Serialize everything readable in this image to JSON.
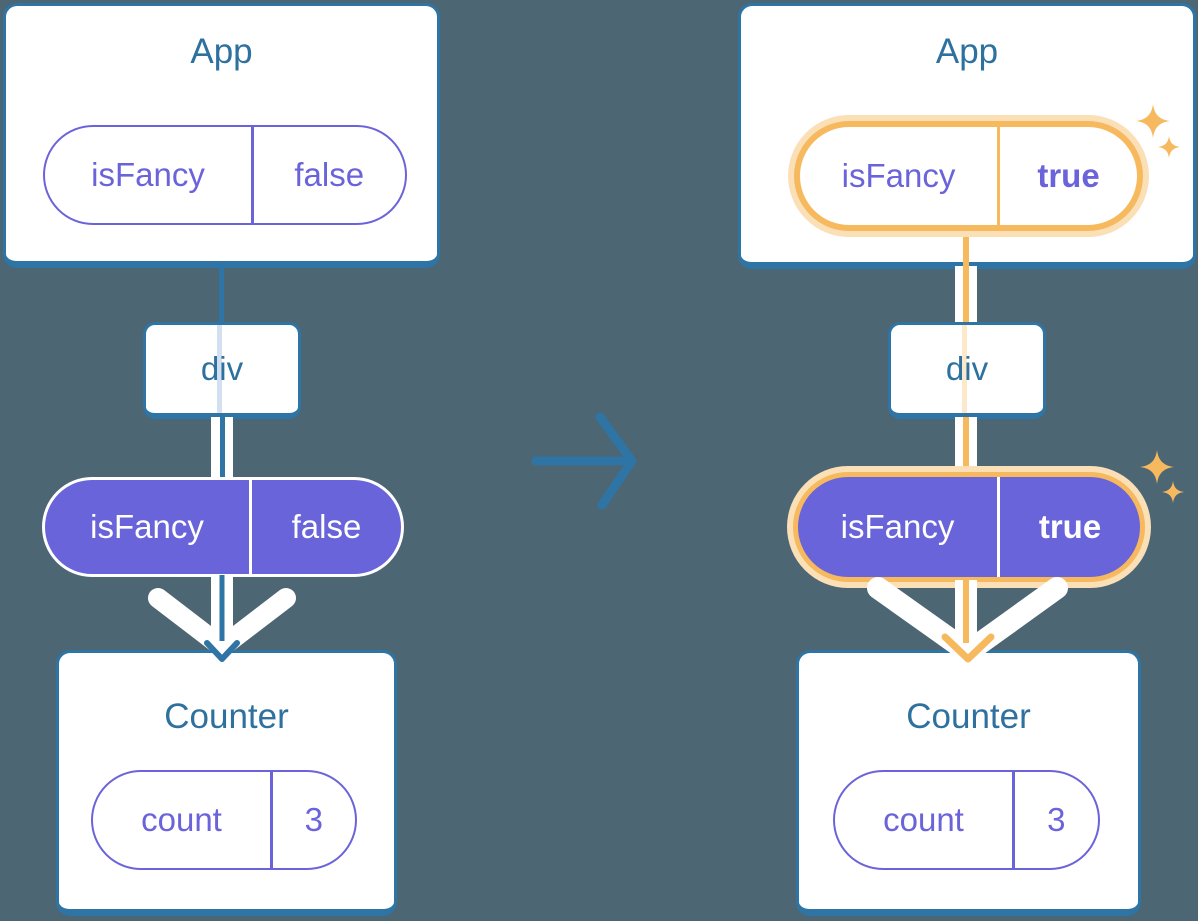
{
  "before": {
    "app": {
      "title": "App"
    },
    "props_pill": {
      "name": "isFancy",
      "value": "false"
    },
    "div": {
      "label": "div"
    },
    "state_pill": {
      "name": "isFancy",
      "value": "false"
    },
    "counter": {
      "title": "Counter"
    },
    "count_pill": {
      "name": "count",
      "value": "3"
    }
  },
  "after": {
    "app": {
      "title": "App"
    },
    "props_pill": {
      "name": "isFancy",
      "value": "true"
    },
    "div": {
      "label": "div"
    },
    "state_pill": {
      "name": "isFancy",
      "value": "true"
    },
    "counter": {
      "title": "Counter"
    },
    "count_pill": {
      "name": "count",
      "value": "3"
    }
  },
  "icons": {
    "transition_arrow": "right-arrow",
    "sparkle_large": "sparkle",
    "sparkle_small": "sparkle",
    "down_arrowhead": "chevron-down",
    "white_chevron": "chevron-down"
  },
  "colors": {
    "background": "#4D6673",
    "card_border": "#2E74A5",
    "title_text": "#2E719F",
    "purple": "#6B63DA",
    "purple_fill": "#6964D9",
    "highlight_orange": "#F6B95E",
    "highlight_orange_pale": "#FBDFB6",
    "connector_pale_blue": "#D4DFF2",
    "connector_pale_orange": "#FCE9CC"
  }
}
